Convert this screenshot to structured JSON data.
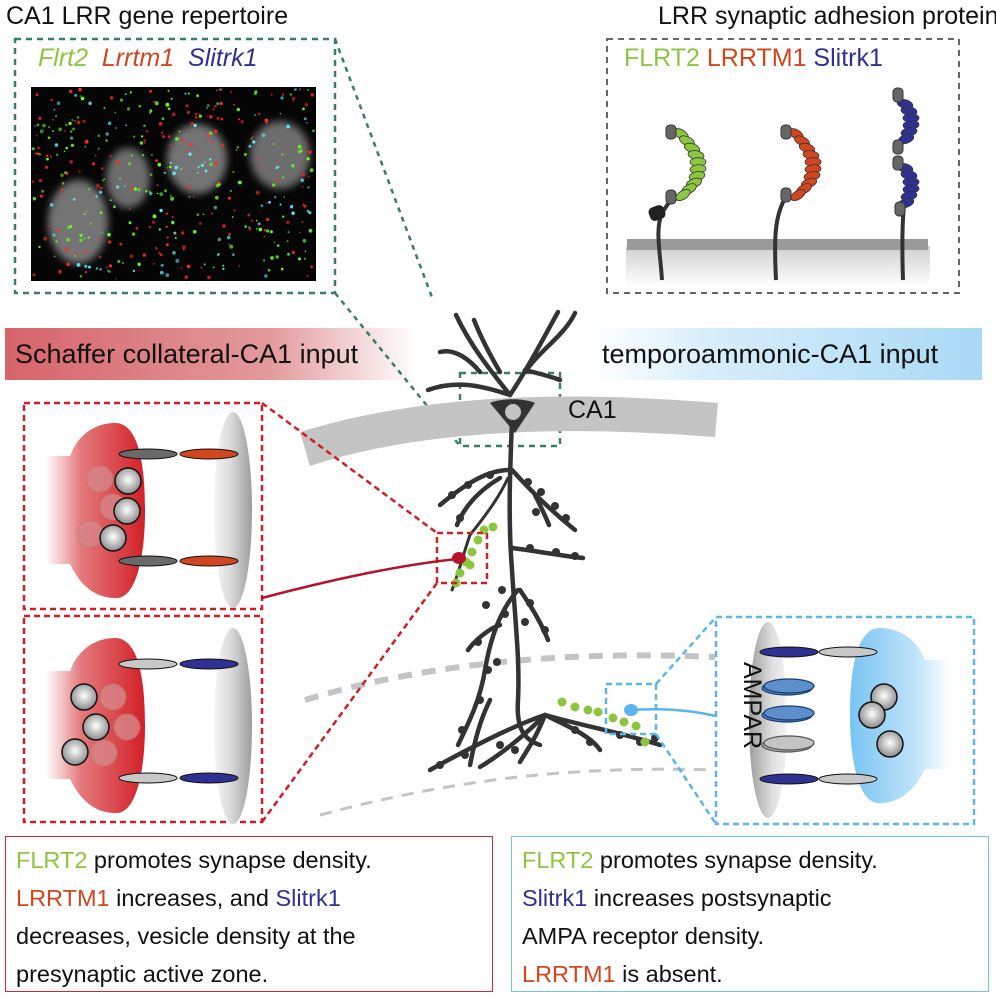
{
  "colors": {
    "flrt2": "#8cc63f",
    "lrrtm1": "#d2461f",
    "slitrk1": "#2e3192",
    "schaffer_red": "#d7262b",
    "temporo_blue": "#6ec1f0",
    "neuron": "#333333",
    "ca1_layer": "#bdbdbd",
    "inset_green": "#3a7d6c"
  },
  "top_left": {
    "title": "CA1 LRR gene repertoire",
    "legend": [
      "Flrt2",
      "Lrrtm1",
      "Slitrk1"
    ],
    "image_desc": "fluorescence in situ micrograph of CA1 nuclei"
  },
  "top_right": {
    "title": "LRR synaptic adhesion proteins",
    "legend": [
      "FLRT2",
      "LRRTM1",
      "Slitrk1"
    ]
  },
  "bands": {
    "left": "Schaffer collateral-CA1 input",
    "right": "temporoammonic-CA1 input"
  },
  "labels": {
    "ca1": "CA1",
    "ampar": "AMPAR"
  },
  "captions": {
    "left": [
      [
        {
          "t": "FLRT2",
          "c": "flrt2"
        },
        {
          "t": " promotes synapse density."
        }
      ],
      [
        {
          "t": "LRRTM1",
          "c": "lrrtm1"
        },
        {
          "t": " increases, and "
        },
        {
          "t": "Slitrk1",
          "c": "slitrk1"
        }
      ],
      [
        {
          "t": "decreases, vesicle density at the"
        }
      ],
      [
        {
          "t": "presynaptic active zone."
        }
      ]
    ],
    "right": [
      [
        {
          "t": "FLRT2",
          "c": "flrt2"
        },
        {
          "t": " promotes synapse density."
        }
      ],
      [
        {
          "t": "Slitrk1",
          "c": "slitrk1"
        },
        {
          "t": " increases postsynaptic"
        }
      ],
      [
        {
          "t": "AMPA receptor density."
        }
      ],
      [
        {
          "t": "LRRTM1",
          "c": "lrrtm1"
        },
        {
          "t": " is absent."
        }
      ]
    ]
  }
}
